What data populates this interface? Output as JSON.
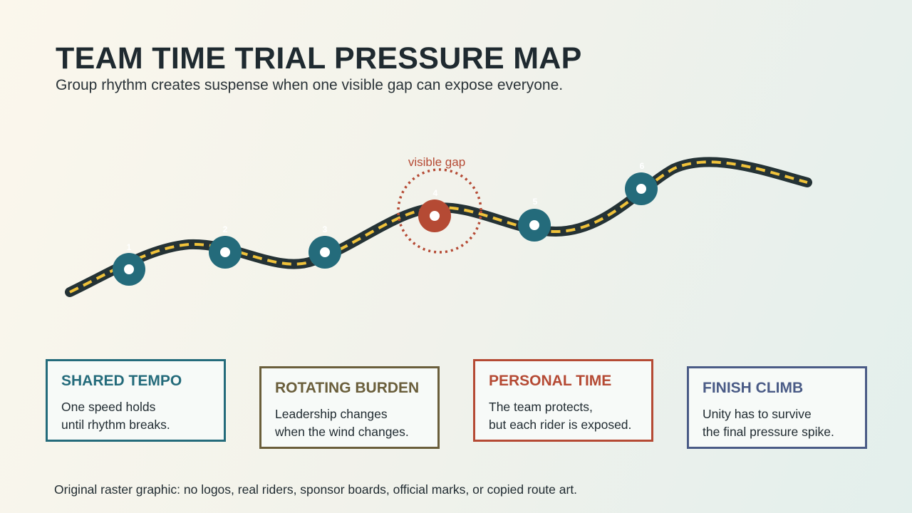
{
  "title": "TEAM TIME TRIAL PRESSURE MAP",
  "subtitle": "Group rhythm creates suspense when one visible gap can expose everyone.",
  "route": {
    "gap_label": "visible gap",
    "gap_marker": "4",
    "markers": [
      "1",
      "2",
      "3",
      "4",
      "5",
      "6"
    ]
  },
  "colors": {
    "teal": "#246b7b",
    "olive": "#6a5e3b",
    "red": "#b54a34",
    "navy": "#4a5b86",
    "road": "#243235",
    "dash": "#f0c23a"
  },
  "cards": [
    {
      "title": "SHARED TEMPO",
      "lines": [
        "One speed holds",
        "until rhythm breaks."
      ]
    },
    {
      "title": "ROTATING BURDEN",
      "lines": [
        "Leadership changes",
        "when the wind changes."
      ]
    },
    {
      "title": "PERSONAL TIME",
      "lines": [
        "The team protects,",
        "but each rider is exposed."
      ]
    },
    {
      "title": "FINISH CLIMB",
      "lines": [
        "Unity has to survive",
        "the final pressure spike."
      ]
    }
  ],
  "footer": "Original raster graphic: no logos, real riders, sponsor boards, official marks, or copied route art."
}
